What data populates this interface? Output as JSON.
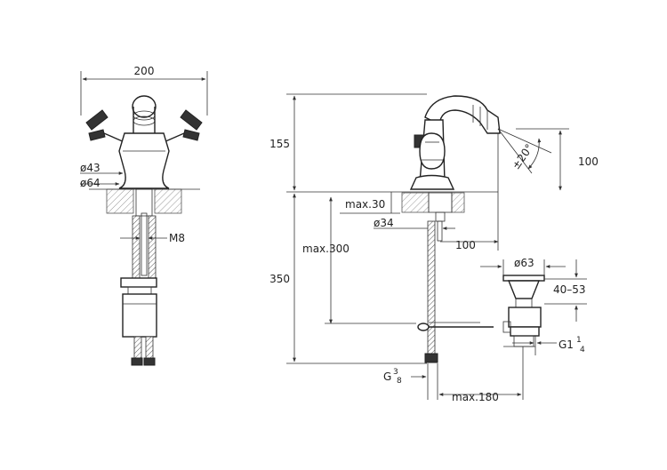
{
  "dimensions": {
    "overall_width": "200",
    "diam_43": "ø43",
    "diam_64": "ø64",
    "thread_m8": "M8",
    "height_155": "155",
    "height_350": "350",
    "max_300": "max.300",
    "max_30": "max.30",
    "diam_34": "ø34",
    "reach_100": "100",
    "spray_height_100": "100",
    "angle_20": "±20°",
    "diam_63": "ø63",
    "range_40_53": "40–53",
    "g_one_quarter": "G1",
    "g_one_quarter_num": "1",
    "g_one_quarter_den": "4",
    "g_three_eighths": "G",
    "g_three_eighths_num": "3",
    "g_three_eighths_den": "8",
    "max_180": "max.180"
  },
  "colors": {
    "line": "#333333",
    "hatch": "#888888"
  }
}
